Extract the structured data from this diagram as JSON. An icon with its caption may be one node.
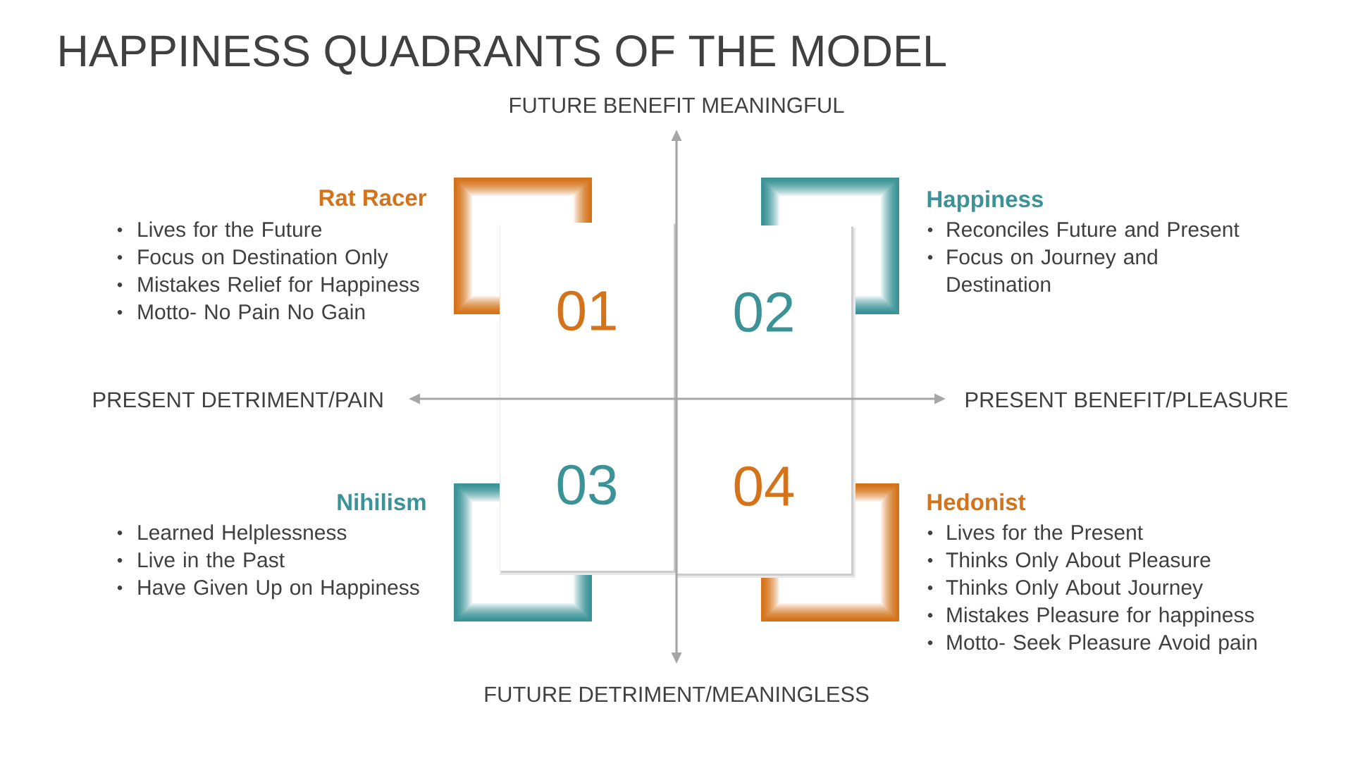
{
  "diagram": {
    "title": "HAPPINESS QUADRANTS OF THE MODEL",
    "nodes": [
      {
        "text": [
          "01"
        ],
        "beside": [
          "Rat Racer",
          "Lives for the Future",
          "Focus on Destination Only",
          "Mistakes Relief for Happiness",
          "Motto- No Pain No Gain"
        ]
      },
      {
        "text": [
          "02"
        ],
        "beside": [
          "Happiness",
          "Reconciles Future and Present",
          "Focus on Journey and Destination"
        ]
      },
      {
        "text": [
          "03"
        ],
        "beside": [
          "Nihilism",
          "Learned Helplessness",
          "Live in the Past",
          "Have Given Up on Happiness"
        ]
      },
      {
        "text": [
          "04"
        ],
        "beside": [
          "Hedonist",
          "Lives for the Present",
          "Thinks Only About Pleasure",
          "Thinks Only About Journey",
          "Mistakes Pleasure for happiness",
          "Motto- Seek Pleasure Avoid pain"
        ]
      }
    ],
    "labels": [
      "FUTURE BENEFIT MEANINGFUL",
      "PRESENT DETRIMENT/PAIN",
      "PRESENT BENEFIT/PLEASURE",
      "FUTURE DETRIMENT/MEANINGLESS"
    ]
  }
}
